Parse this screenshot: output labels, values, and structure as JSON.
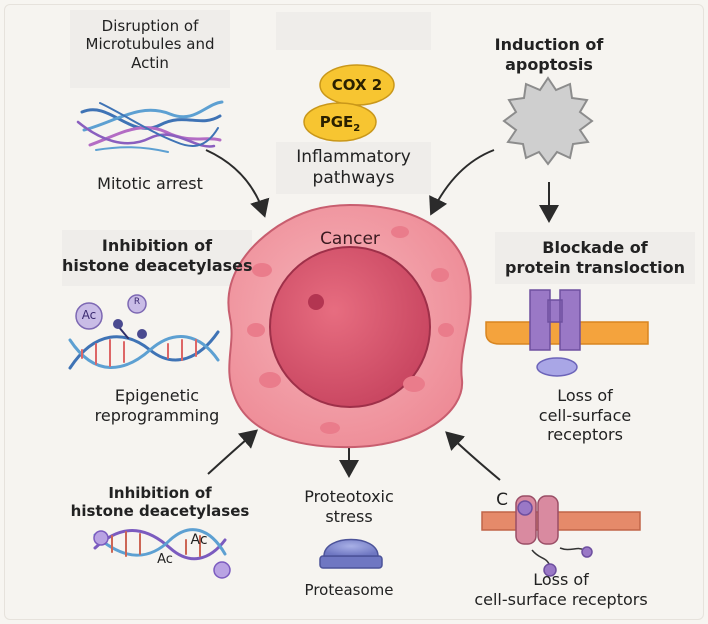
{
  "center": {
    "label": "Cancer"
  },
  "mechanisms": {
    "cytoskeleton": {
      "title_line1": "Disruption of",
      "title_line2": "Microtubules and",
      "title_line3": "Actin",
      "caption": "Mitotic arrest"
    },
    "inflammation": {
      "badge1": "COX 2",
      "badge2_main": "PGE",
      "badge2_sub": "2",
      "caption_line1": "Inflammatory",
      "caption_line2": "pathways"
    },
    "apoptosis": {
      "title_line1": "Induction of",
      "title_line2": "apoptosis"
    },
    "hdac_top": {
      "title_line1": "Inhibition of",
      "title_line2": "histone deacetylases",
      "mark1": "Ac",
      "mark2": "R",
      "caption_line1": "Epigenetic",
      "caption_line2": "reprogramming"
    },
    "translocation": {
      "title_line1": "Blockade of",
      "title_line2": "protein transloction",
      "caption_line1": "Loss of",
      "caption_line2": "cell-surface",
      "caption_line3": "receptors"
    },
    "hdac_bottom": {
      "title_line1": "Inhibition of",
      "title_line2": "histone deacetylases",
      "mark1": "Ac",
      "mark2": "Ac"
    },
    "proteotoxic": {
      "title_line1": "Proteotoxic",
      "title_line2": "stress",
      "caption": "Proteasome"
    },
    "receptors": {
      "mark": "C",
      "caption_line1": "Loss of",
      "caption_line2": "cell-surface receptors"
    }
  },
  "colors": {
    "cell": "#f2a0a8",
    "nucleus": "#d9556b",
    "arrow": "#2b2b2b",
    "badge": "#f7c531",
    "purple": "#9a78c6",
    "membrane": "#f4a33d"
  }
}
